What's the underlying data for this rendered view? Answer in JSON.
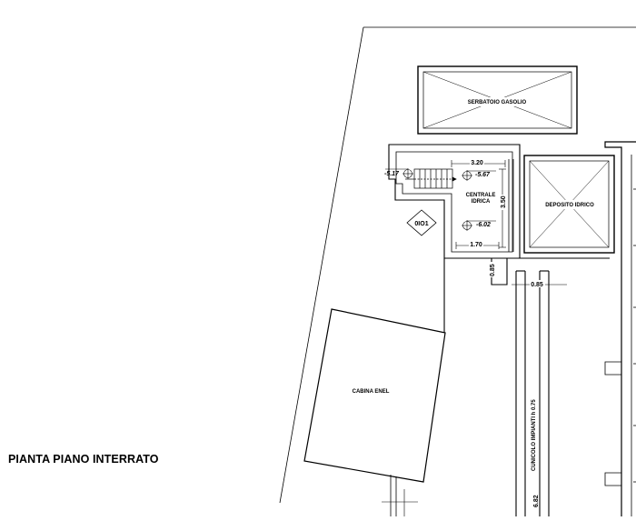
{
  "drawing": {
    "title": "PIANTA PIANO INTERRATO",
    "rooms": {
      "fuel_tank": "SERBATOIO GASOLIO",
      "water_plant_line1": "CENTRALE",
      "water_plant_line2": "IDRICA",
      "water_deposit": "DEPOSITO IDRICO",
      "enel_cabin": "CABINA ENEL",
      "service_corridor": "CUNICOLO IMPIANTI h 0.75"
    },
    "dimensions": {
      "plant_width": "3.20",
      "plant_depth": "3.50",
      "stair_width": "1.70",
      "opening_height": "0.85",
      "corridor_width": "0.85",
      "corridor_length": "6.82"
    },
    "elevations": {
      "outside_level": "-5.17",
      "upper_level": "-5.67",
      "lower_level": "-6.02"
    },
    "tag": "0IO1"
  },
  "colors": {
    "line": "#000000",
    "background": "#ffffff"
  }
}
